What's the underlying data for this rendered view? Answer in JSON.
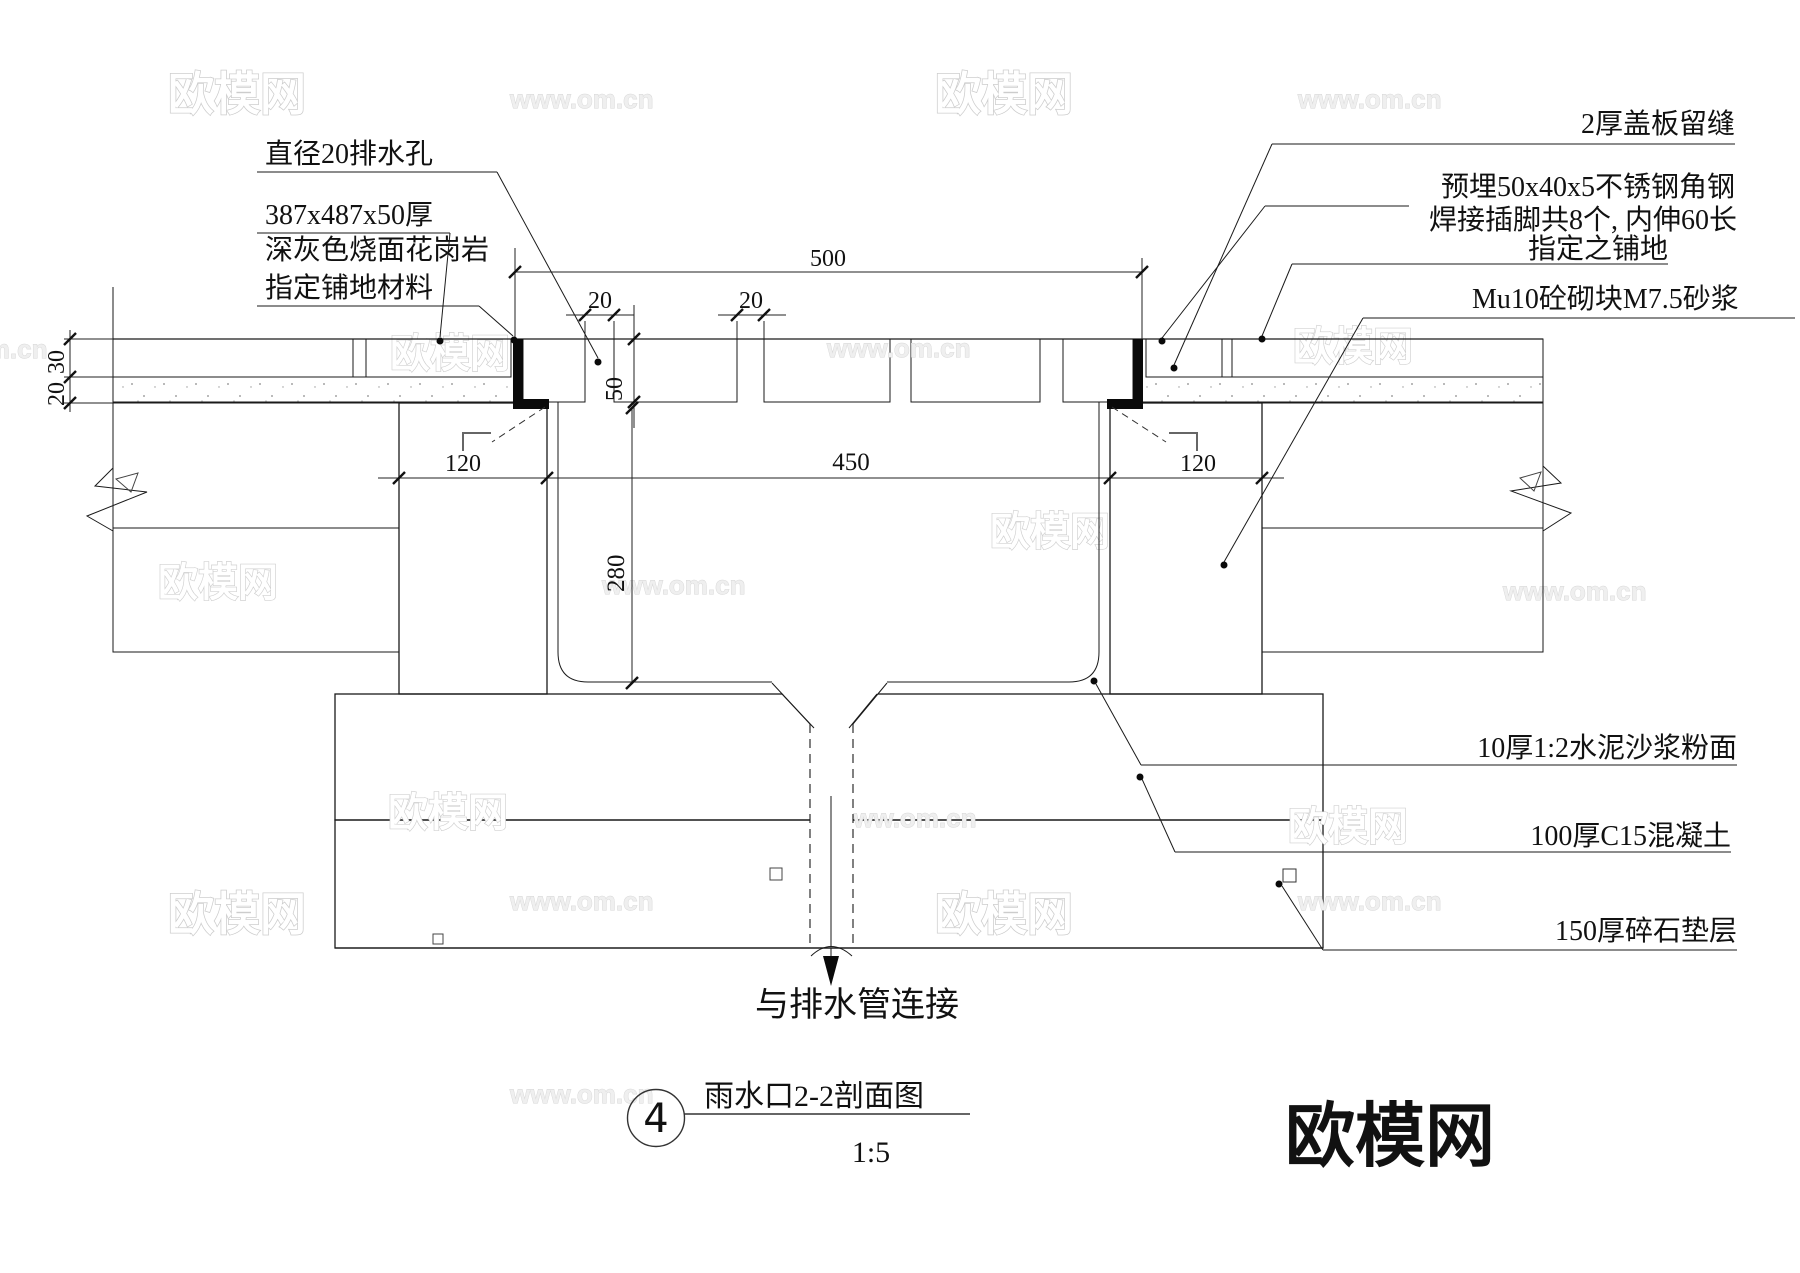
{
  "labels": {
    "left": {
      "drain_hole": "直径20排水孔",
      "granite_size": "387x487x50厚",
      "granite_mat": "深灰色烧面花岗岩",
      "granite_note": "指定铺地材料"
    },
    "right": {
      "cover_gap": "2厚盖板留缝",
      "angle_line1": "预埋50x40x5不锈钢角钢",
      "angle_line2": "焊接插脚共8个, 内伸60长",
      "paving": "指定之铺地",
      "block": "Mu10砼砌块M7.5砂浆",
      "plaster": "10厚1:2水泥沙浆粉面",
      "concrete": "100厚C15混凝土",
      "gravel": "150厚碎石垫层"
    },
    "bottom": "与排水管连接"
  },
  "dimensions": {
    "overall": "500",
    "gap1": "20",
    "gap2": "20",
    "cover_thickness": "50",
    "inner_width": "450",
    "wall_left": "120",
    "wall_right": "120",
    "depth": "280",
    "paving_thk": "30",
    "bed_thk": "20"
  },
  "title": {
    "number": "4",
    "name": "雨水口2-2剖面图",
    "scale": "1:5"
  },
  "watermark": {
    "brand": "欧模网",
    "site": "www.om.cn"
  },
  "colors": {
    "line": "#1a1a1a",
    "watermark_outline": "#cccccc",
    "logo_gray": "#4a4a4a"
  }
}
